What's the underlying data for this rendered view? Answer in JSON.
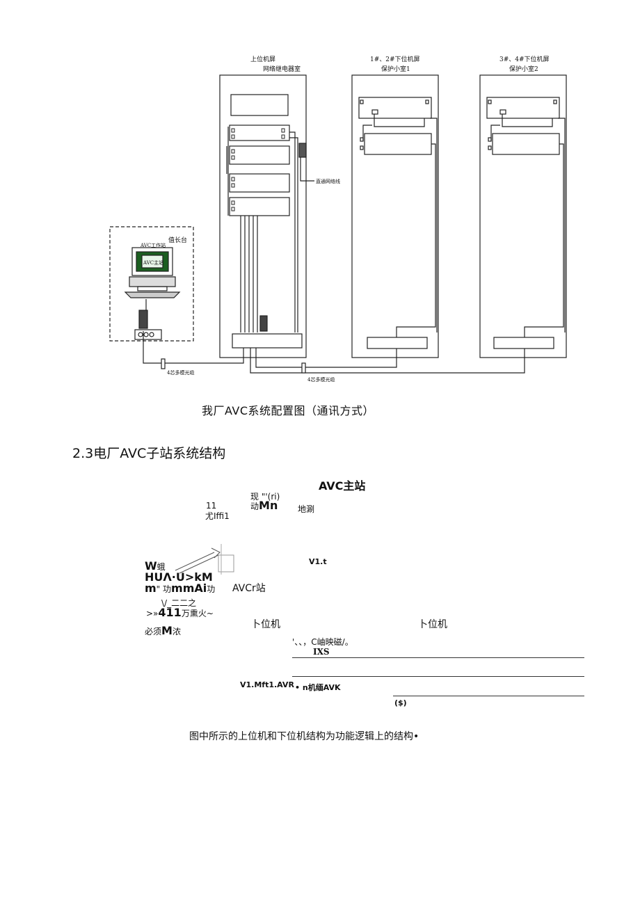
{
  "figure": {
    "cabinet_upper": {
      "title1": "上位机屏",
      "title2": "网络继电器室"
    },
    "cabinet_lower1": {
      "title1": "1#、2#下位机屏",
      "title2": "保护小室1"
    },
    "cabinet_lower2": {
      "title1": "3#、4#下位机屏",
      "title2": "保护小室2"
    },
    "control_room": "值长台",
    "workstation": "AVC工作站",
    "screen_text": "AVC主站",
    "fiber_label_left": "4芯多模光缆",
    "fiber_label_right": "4芯多模光缆",
    "cable_label": "直通网络线"
  },
  "caption": "我厂AVC系统配置图（通讯方式）",
  "section": {
    "number": "2.3",
    "title": "电厂AVC子站系统结构"
  },
  "diagram2": {
    "master": "AVC主站",
    "t_11": "11",
    "t_youIffi1": "尤Iffi1",
    "t_xian": "现 \"'(ri)",
    "t_dongMn_pre": "动",
    "t_dongMn_bold": "Mn",
    "t_dice": "地涮",
    "t_V1t": "V1.t",
    "t_W_bold": "W",
    "t_W_rest": "蛾",
    "t_HUA": "HUΛ·U>kM",
    "t_m_bold": "m",
    "t_m_rest": "\" 功",
    "t_mmAi": "mmAi",
    "t_mmAi_rest": "功",
    "t_substation": "AVCr站",
    "t_lines": "\\/_二二之",
    "t_411_pre": ">»",
    "t_411_bold": "411",
    "t_411_rest": "万熏火~",
    "t_bixu": "必须",
    "t_M_bold": "M",
    "t_nong": "浓",
    "lower1": "卜位机",
    "lower2": "卜位机",
    "t_dots": "'、、，C岫映磁/。",
    "t_IXS": "IXS",
    "t_V1Mft": "V1.Mft1.AVR",
    "t_nji": "• n机缅AVK",
    "t_dollar": "($)"
  },
  "note": "图中所示的上位机和下位机结构为功能逻辑上的结构•"
}
